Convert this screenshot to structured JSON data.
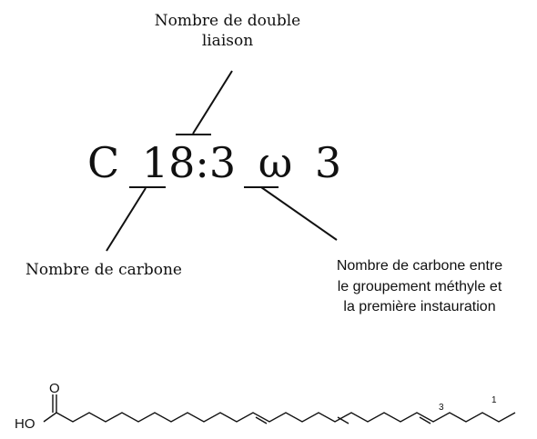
{
  "labels": {
    "double_bonds": [
      "Nombre de double",
      "liaison"
    ],
    "carbons": "Nombre de carbone",
    "omega": [
      "Nombre de carbone entre",
      "le groupement méthyle et",
      "la première instauration"
    ]
  },
  "formula": {
    "prefix": "C",
    "carbon_count": "18",
    "separator": ":",
    "double_bond_count": "3",
    "omega_symbol": "ω",
    "omega_position": "3"
  },
  "molecule": {
    "oxygen_label": "O",
    "hydroxyl_label": "HO",
    "carbon_markers": [
      "3",
      "1"
    ]
  }
}
